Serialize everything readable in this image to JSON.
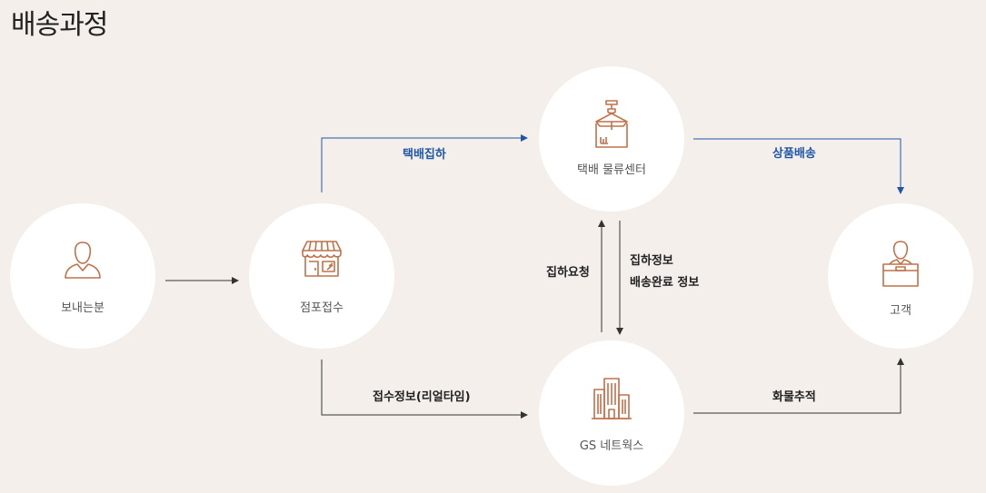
{
  "title": "배송과정",
  "nodes": {
    "sender": {
      "label": "보내는분",
      "icon": "person-icon"
    },
    "store": {
      "label": "점포접수",
      "icon": "storefront-icon"
    },
    "logistics": {
      "label": "택배 물류센터",
      "icon": "hoisted-box-icon"
    },
    "network": {
      "label": "GS 네트웍스",
      "icon": "building-icon"
    },
    "customer": {
      "label": "고객",
      "icon": "person-with-box-icon"
    }
  },
  "edges": {
    "pickup": "택배집하",
    "delivery": "상품배송",
    "pickup_request": "집하요청",
    "pickup_info_line1": "집하정보",
    "pickup_info_line2": "배송완료 정보",
    "receipt_info": "접수정보(리얼타임)",
    "cargo_tracking": "화물추적"
  },
  "colors": {
    "background": "#f4efeb",
    "icon": "#c0714a",
    "blue_arrow": "#1f57a6",
    "dark_arrow": "#333333"
  }
}
